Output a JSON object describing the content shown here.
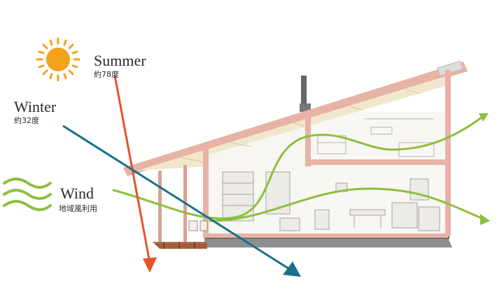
{
  "labels": {
    "summer": {
      "title": "Summer",
      "angle": "約78度"
    },
    "winter": {
      "title": "Winter",
      "angle": "約32度"
    },
    "wind": {
      "title": "Wind",
      "note": "地域風利用"
    }
  },
  "colors": {
    "sun": "#f4a21d",
    "summer_ray": "#e4532b",
    "winter_ray": "#1b6f8a",
    "wind": "#8dbf3c",
    "house_frame": "#e7b3a6",
    "roof_fill": "#f2e7cc",
    "ground": "#9a9a9a",
    "deck": "#b06a44"
  },
  "icons": {
    "sun": "sun-icon",
    "wind": "wind-waves-icon"
  }
}
